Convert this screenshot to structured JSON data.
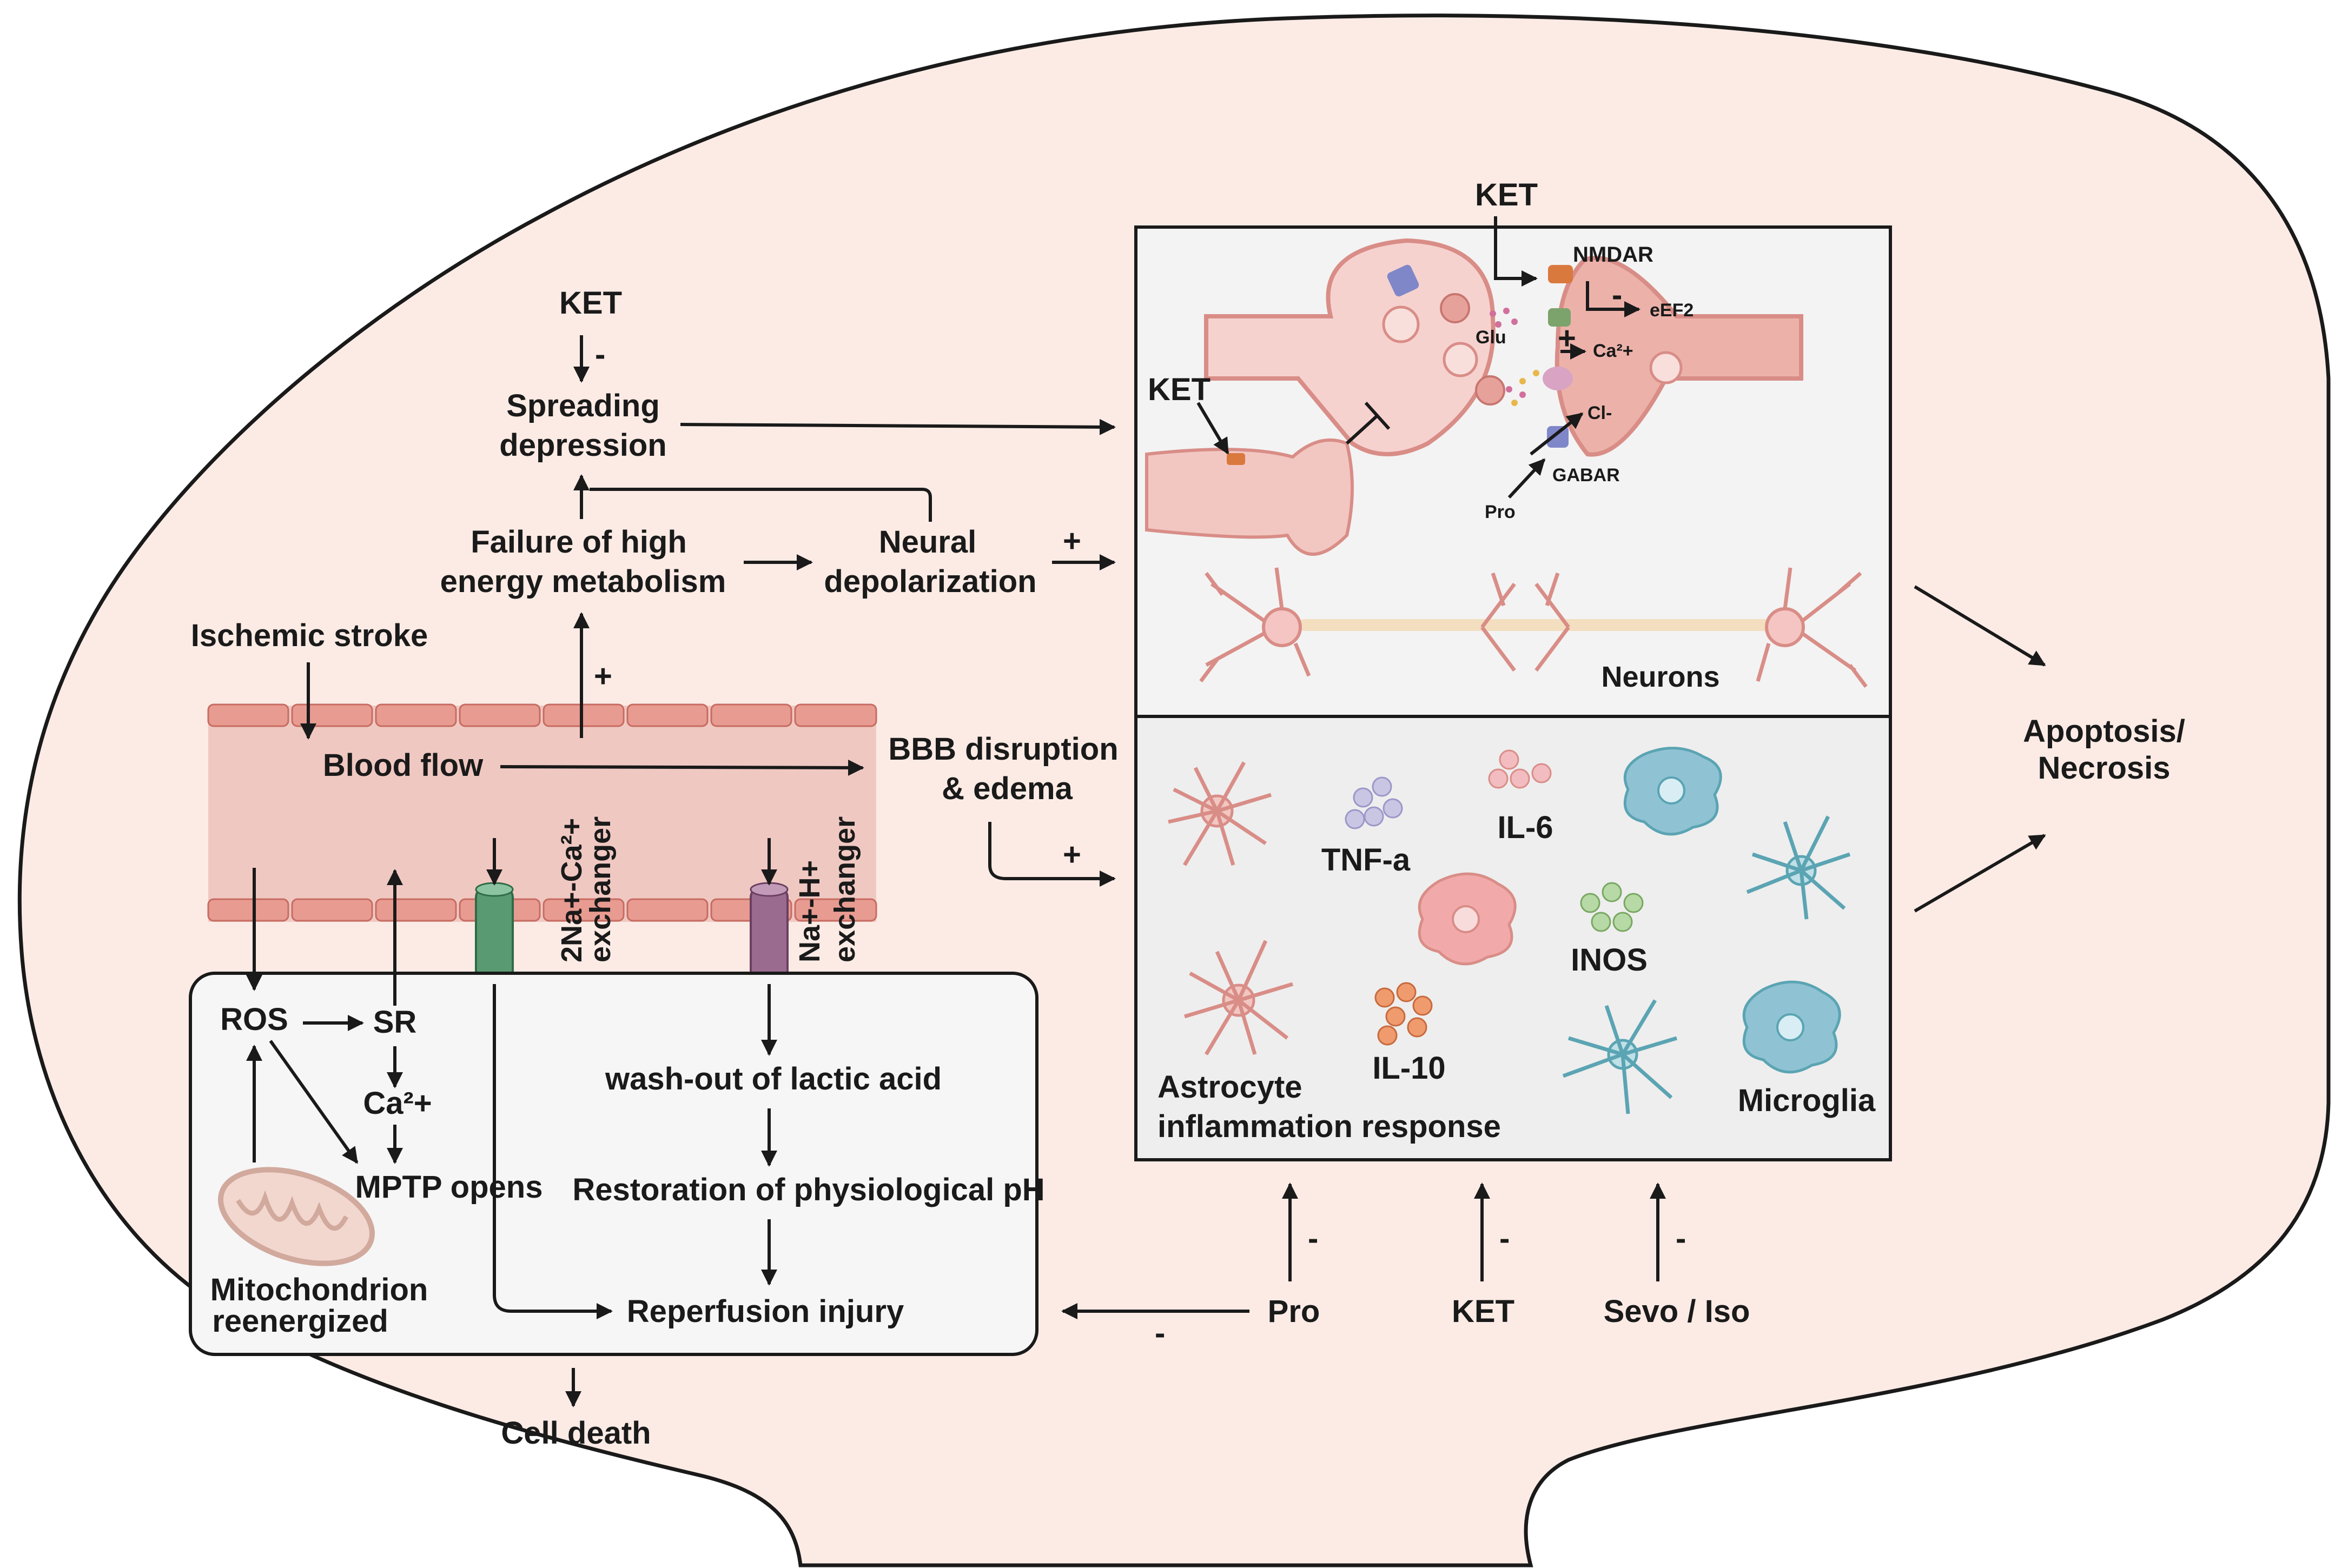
{
  "labels": {
    "ket_top": "KET",
    "ket_spreading": "KET",
    "ket_presynaptic": "KET",
    "ket_bottom": "KET",
    "pro_bottom": "Pro",
    "pro_gabar": "Pro",
    "sevo_iso": "Sevo / Iso",
    "minus": "-",
    "plus": "+",
    "spreading_1": "Spreading",
    "spreading_2": "depression",
    "failure_1": "Failure of high",
    "failure_2": "energy metabolism",
    "neural_1": "Neural",
    "neural_2": "depolarization",
    "ischemic": "Ischemic stroke",
    "blood_flow": "Blood flow",
    "bbb_1": "BBB disruption",
    "bbb_2": "& edema",
    "exchanger_ca_1": "2Na+-Ca²+",
    "exchanger_ca_2": "exchanger",
    "exchanger_h_1": "Na+-H+",
    "exchanger_h_2": "exchanger",
    "ros": "ROS",
    "sr": "SR",
    "ca2": "Ca²+",
    "mptp": "MPTP opens",
    "mito_1": "Mitochondrion",
    "mito_2": "reenergized",
    "washout": "wash-out of lactic acid",
    "restoration": "Restoration of physiological pH",
    "reperfusion": "Reperfusion injury",
    "cell_death": "Cell death",
    "nmdar": "NMDAR",
    "eef2": "eEF2",
    "glu": "Glu",
    "ca2_syn": "Ca²+",
    "cl": "Cl-",
    "gabar": "GABAR",
    "neurons": "Neurons",
    "tnf": "TNF-a",
    "il6": "IL-6",
    "inos": "INOS",
    "il10": "IL-10",
    "astro_1": "Astrocyte",
    "astro_2": "inflammation response",
    "microglia": "Microglia",
    "apoptosis_1": "Apoptosis/",
    "apoptosis_2": "Necrosis"
  },
  "colors": {
    "brain_fill": "#fcebe5",
    "vessel": "#efc1bb",
    "vessel_cell": "#e89b91",
    "panel": "#f3f3f3",
    "neuron_pink": "#e8a0a0",
    "microglia_blue": "#7fb7c9",
    "astro_blue": "#5ba4b3"
  }
}
